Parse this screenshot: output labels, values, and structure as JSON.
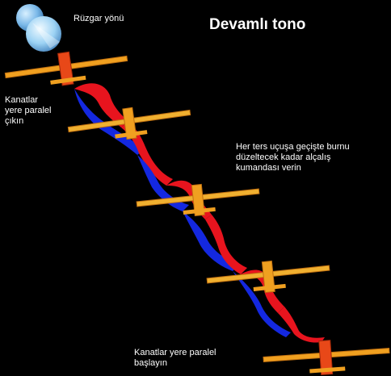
{
  "title": "Devamlı tono",
  "labels": {
    "wind": "Rüzgar yönü",
    "entry": [
      "Kanatlar",
      "yere paralel",
      "çıkın"
    ],
    "instruction": [
      "Her ters uçuşa geçişte burnu",
      "düzeltecek kadar alçalış",
      "kumandası verin"
    ],
    "start": [
      "Kanatlar yere paralel",
      "başlayın"
    ]
  },
  "colors": {
    "background": "#000000",
    "text": "#ffffff",
    "ribbon_front": "#e8141e",
    "ribbon_back": "#1428e0",
    "wing": "#f0a020",
    "wind_sphere": "#8cc8f0"
  },
  "icons": [
    "wind-sphere-icon",
    "airplane-icon",
    "roll-ribbon-icon"
  ]
}
